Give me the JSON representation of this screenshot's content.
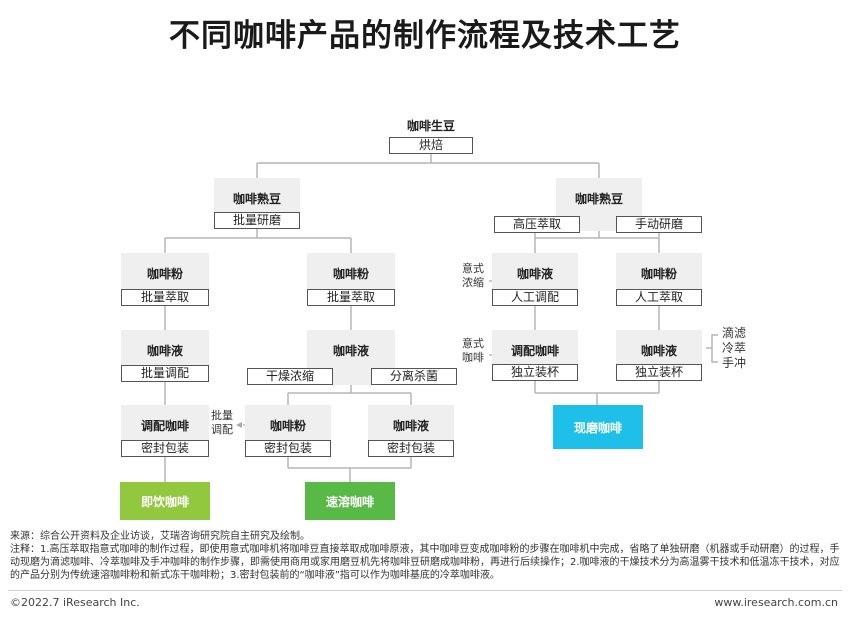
{
  "title": "不同咖啡产品的制作流程及技术工艺",
  "root": {
    "title": "咖啡生豆",
    "label": "烘焙"
  },
  "left": {
    "top": {
      "title": "咖啡熟豆",
      "label": "批量研磨"
    },
    "a1": {
      "title": "咖啡粉",
      "label": "批量萃取"
    },
    "a2": {
      "title": "咖啡液",
      "label": "批量调配"
    },
    "a3": {
      "title": "调配咖啡",
      "label": "密封包装"
    },
    "final": "即饮咖啡",
    "b1": {
      "title": "咖啡粉",
      "label": "批量萃取"
    },
    "b2": {
      "title": "咖啡液",
      "label_left": "干燥浓缩",
      "label_right": "分离杀菌"
    },
    "b3": {
      "title": "咖啡粉",
      "label": "密封包装"
    },
    "b4": {
      "title": "咖啡液",
      "label": "密封包装"
    },
    "side": {
      "line1": "批量",
      "line2": "调配"
    },
    "final2": "速溶咖啡"
  },
  "right": {
    "top": {
      "title": "咖啡熟豆",
      "label_left": "高压萃取",
      "label_right": "手动研磨"
    },
    "c1": {
      "title": "咖啡液",
      "label": "人工调配"
    },
    "c2": {
      "title": "调配咖啡",
      "label": "独立装杯"
    },
    "d1": {
      "title": "咖啡粉",
      "label": "人工萃取"
    },
    "d2": {
      "title": "咖啡液",
      "label": "独立装杯"
    },
    "side1": {
      "line1": "意式",
      "line2": "浓缩"
    },
    "side2": {
      "line1": "意式",
      "line2": "咖啡"
    },
    "side3": {
      "line1": "滴滤",
      "line2": "冷萃",
      "line3": "手冲"
    },
    "final": "现磨咖啡"
  },
  "notes": {
    "source": "来源：综合公开资料及企业访谈，艾瑞咨询研究院自主研究及绘制。",
    "note": "注释：1.高压萃取指意式咖啡的制作过程，即使用意式咖啡机将咖啡豆直接萃取成咖啡原液，其中咖啡豆变成咖啡粉的步骤在咖啡机中完成，省略了单独研磨（机器或手动研磨）的过程，手动现磨为滴滤咖啡、冷萃咖啡及手冲咖啡的制作步骤，即需使用商用或家用磨豆机先将咖啡豆研磨成咖啡粉，再进行后续操作；2.咖啡液的干燥技术分为高温雾干技术和低温冻干技术，对应的产品分别为传统速溶咖啡粉和新式冻干咖啡粉；3.密封包装前的“咖啡液”指可以作为咖啡基底的冷萃咖啡液。"
  },
  "footer": {
    "left": "©2022.7 iResearch Inc.",
    "right": "www.iresearch.com.cn"
  },
  "colors": {
    "final_left": "#92c83e",
    "final_mid": "#58b947",
    "final_right": "#1ec0ea",
    "node": "#efefef"
  }
}
